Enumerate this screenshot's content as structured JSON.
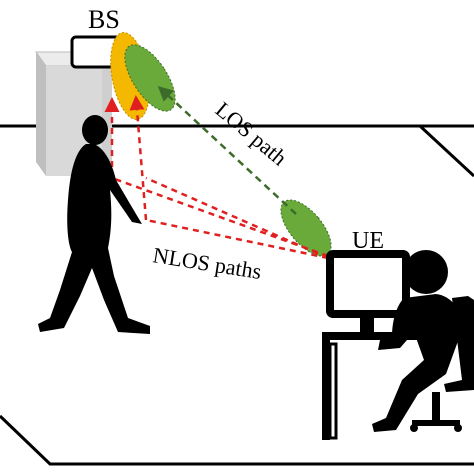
{
  "labels": {
    "bs": "BS",
    "ue": "UE",
    "los": "LOS path",
    "nlos": "NLOS paths"
  },
  "colors": {
    "background": "#ffffff",
    "floor_line": "#000000",
    "box_front": "#d9d9d9",
    "box_side": "#bfbfbf",
    "beam_bs_main": "#f5b800",
    "beam_green": "#6aaa3a",
    "los_arrow": "#3d6b2a",
    "nlos_arrow": "#e02020",
    "silhouette": "#000000"
  },
  "icons": [
    "person-walking-icon",
    "person-at-computer-icon",
    "base-station-icon",
    "antenna-beam-icon"
  ]
}
